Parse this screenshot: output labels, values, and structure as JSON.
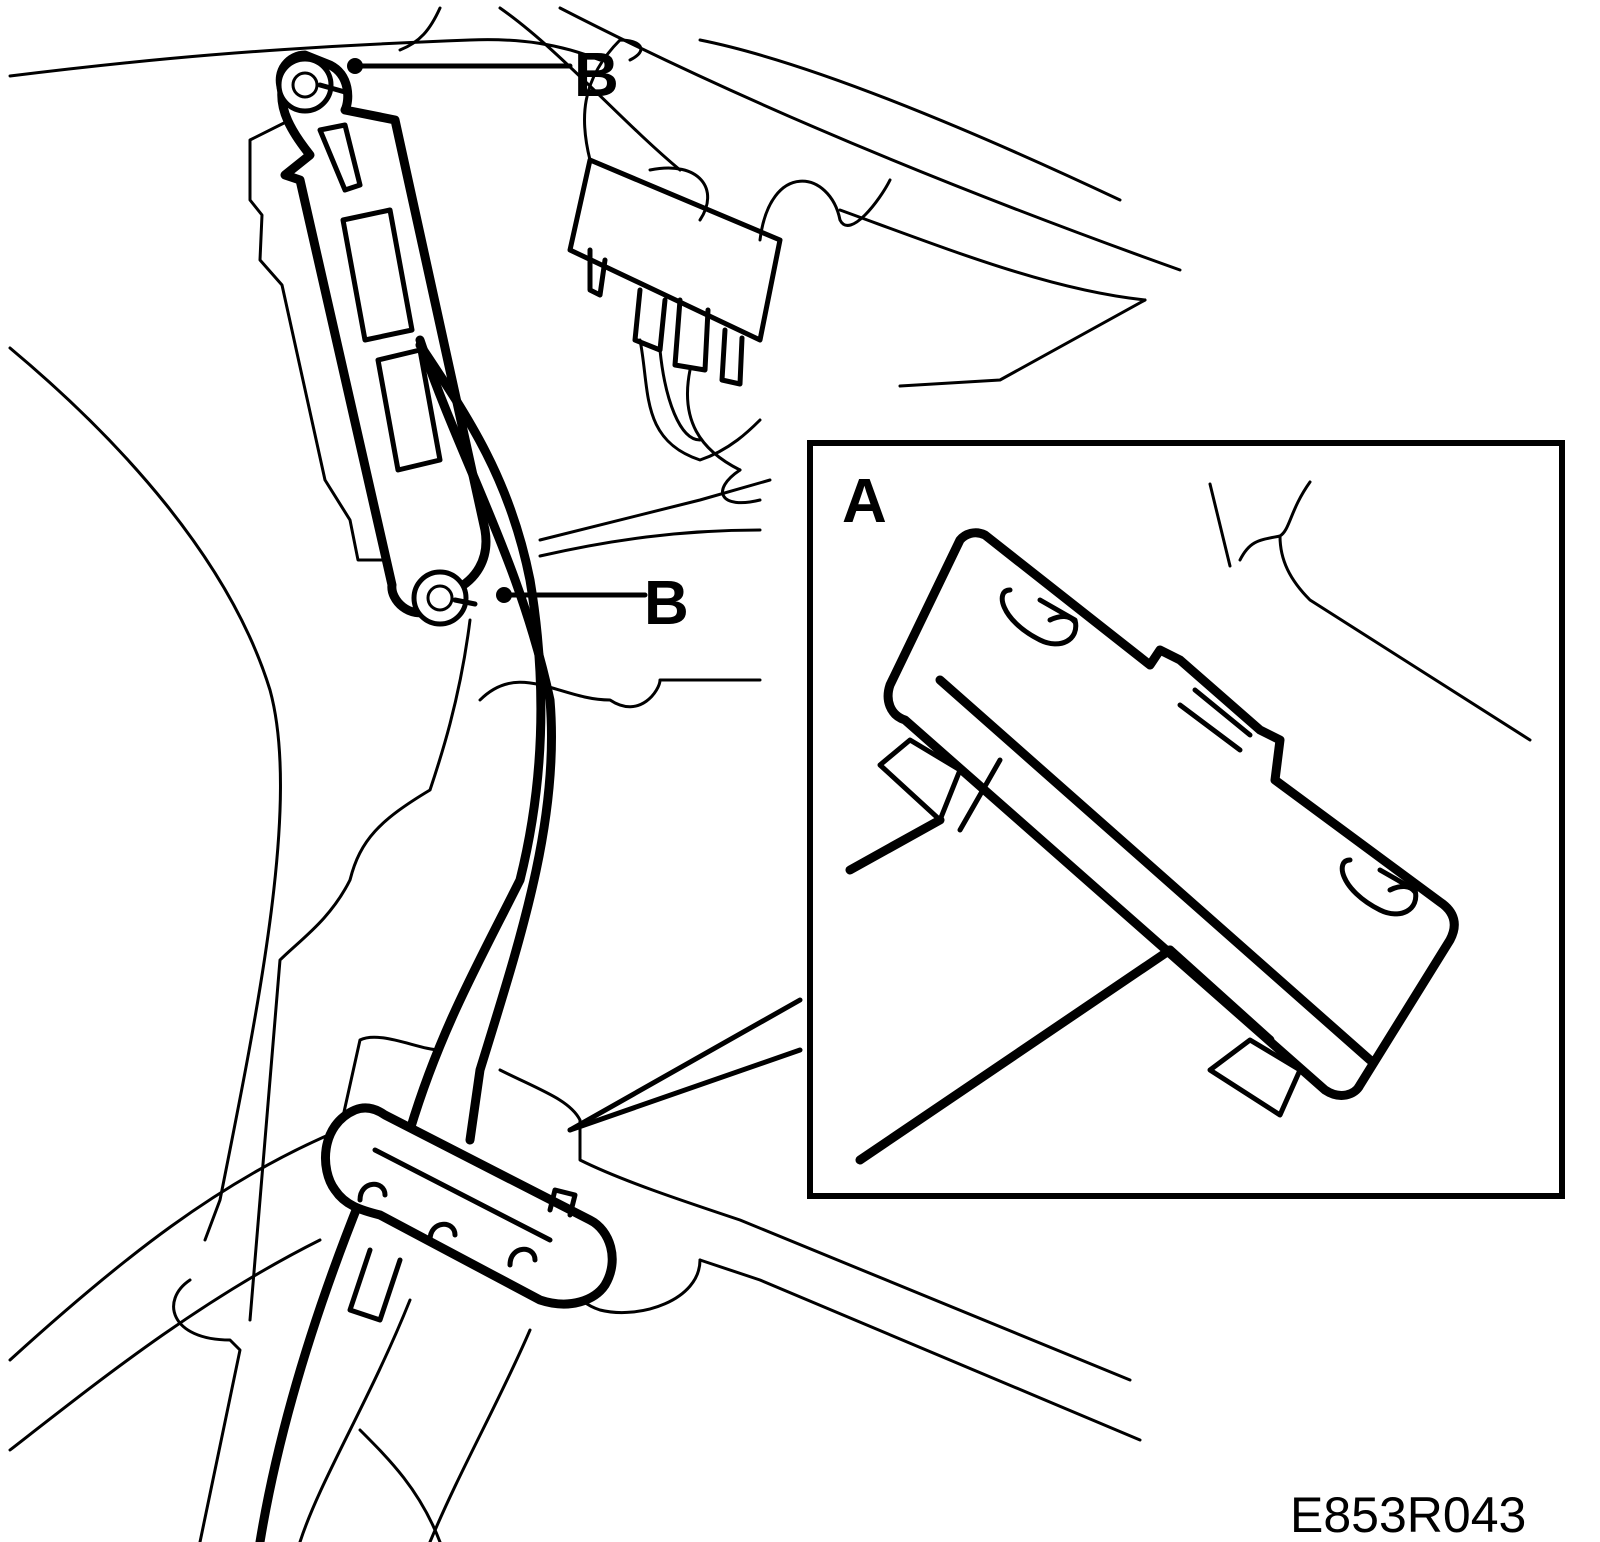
{
  "callouts": {
    "b_top": "B",
    "b_middle": "B",
    "a_inset": "A"
  },
  "figure_code": "E853R043"
}
